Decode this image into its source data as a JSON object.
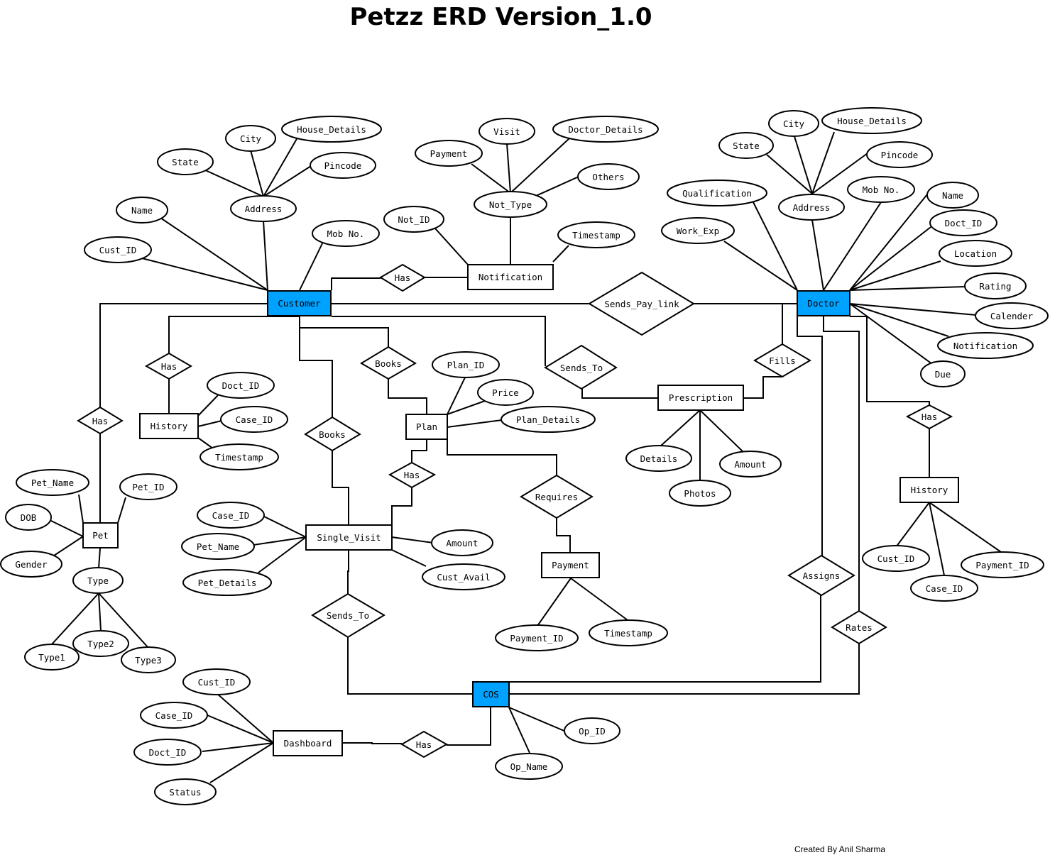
{
  "title": "Petzz ERD Version_1.0",
  "credit": "Created By Anil Sharma",
  "colors": {
    "highlight_entity": "#00a2ff",
    "stroke": "#000000",
    "background": "#ffffff"
  },
  "entities": {
    "customer": "Customer",
    "doctor": "Doctor",
    "cos": "COS",
    "notification": "Notification",
    "history_customer": "History",
    "history_doctor": "History",
    "pet": "Pet",
    "plan": "Plan",
    "prescription": "Prescription",
    "single_visit": "Single_Visit",
    "payment": "Payment",
    "dashboard": "Dashboard"
  },
  "relationships": {
    "customer_has_notification": "Has",
    "sends_pay_link": "Sends_Pay_link",
    "customer_has_history": "Has",
    "customer_books_plan": "Books",
    "customer_books_visit": "Books",
    "sends_to_prescription": "Sends_To",
    "fills": "Fills",
    "customer_has_pet": "Has",
    "plan_has_visit": "Has",
    "requires": "Requires",
    "doctor_has_history": "Has",
    "assigns": "Assigns",
    "rates": "Rates",
    "sends_to_cos": "Sends_To",
    "dashboard_has_cos": "Has"
  },
  "attributes": {
    "customer": [
      "Cust_ID",
      "Name",
      "Address",
      "Mob No.",
      "State",
      "City",
      "House_Details",
      "Pincode"
    ],
    "notification": [
      "Not_Type",
      "Not_ID",
      "Timestamp",
      "Payment",
      "Visit",
      "Doctor_Details",
      "Others"
    ],
    "doctor": [
      "Address",
      "State",
      "City",
      "House_Details",
      "Pincode",
      "Mob No.",
      "Qualification",
      "Work_Exp",
      "Name",
      "Doct_ID",
      "Location",
      "Rating",
      "Calender",
      "Notification",
      "Due"
    ],
    "history_customer": [
      "Doct_ID",
      "Case_ID",
      "Timestamp"
    ],
    "pet": [
      "Pet_Name",
      "Pet_ID",
      "DOB",
      "Gender",
      "Type",
      "Type1",
      "Type2",
      "Type3"
    ],
    "plan": [
      "Plan_ID",
      "Price",
      "Plan_Details"
    ],
    "prescription": [
      "Details",
      "Photos",
      "Amount"
    ],
    "single_visit": [
      "Case_ID",
      "Pet_Name",
      "Pet_Details",
      "Amount",
      "Cust_Avail"
    ],
    "payment": [
      "Payment_ID",
      "Timestamp"
    ],
    "history_doctor": [
      "Cust_ID",
      "Case_ID",
      "Payment_ID"
    ],
    "dashboard": [
      "Cust_ID",
      "Case_ID",
      "Doct_ID",
      "Status"
    ],
    "cos": [
      "Op_ID",
      "Op_Name"
    ]
  }
}
